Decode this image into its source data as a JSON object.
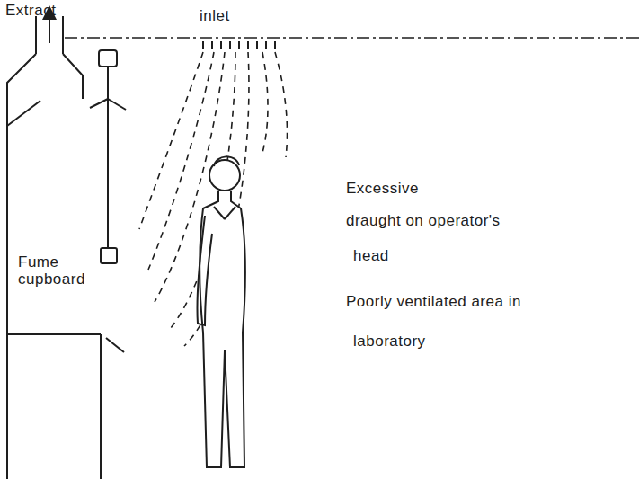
{
  "diagram": {
    "labels": [
      "Extract",
      "inlet",
      "Excessive",
      "draught on operator's",
      "head",
      "Poorly ventilated area in",
      "laboratory",
      "Fume cupboard"
    ]
  }
}
